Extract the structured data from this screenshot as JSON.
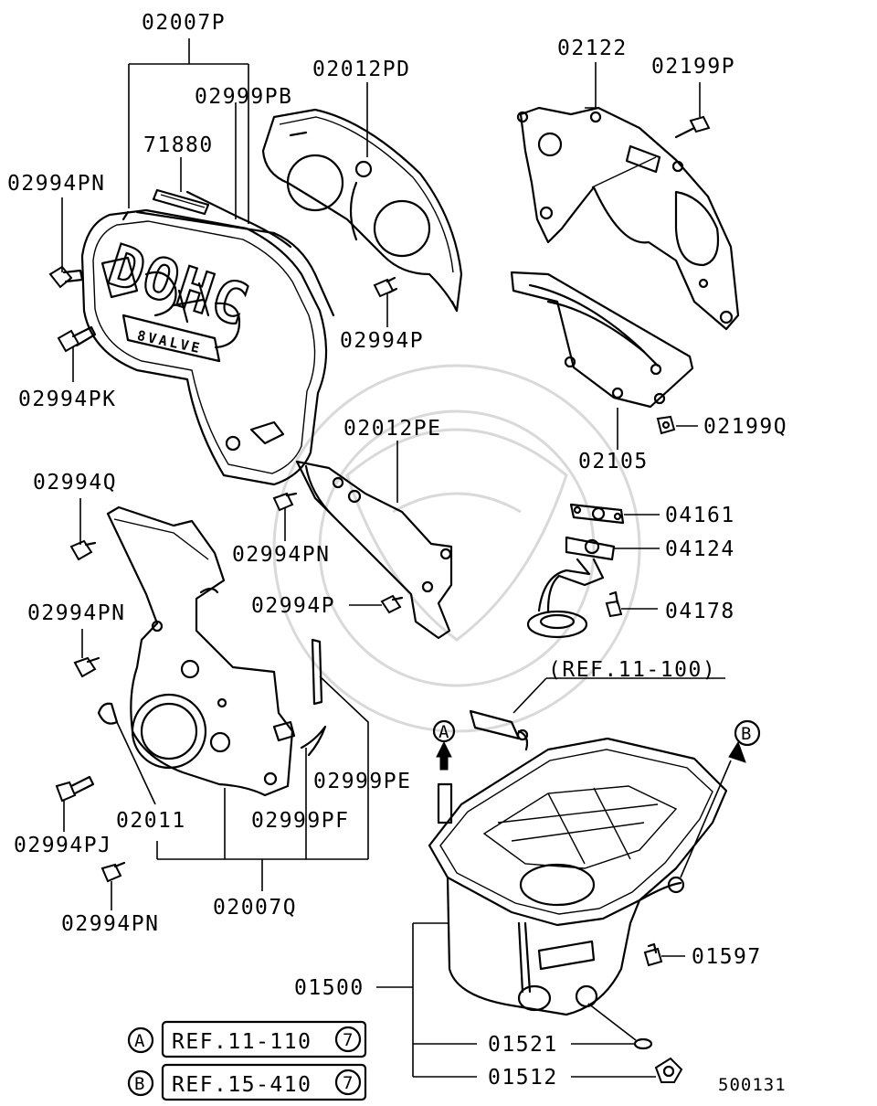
{
  "diagram": {
    "drawing_number": "500131",
    "parts": {
      "p02007P": "02007P",
      "p02999PB": "02999PB",
      "p71880": "71880",
      "p02012PD": "02012PD",
      "p02122": "02122",
      "p02199P": "02199P",
      "p02994PN_a": "02994PN",
      "p02994PK": "02994PK",
      "p02994P_a": "02994P",
      "p02012PE": "02012PE",
      "p02199Q": "02199Q",
      "p02105": "02105",
      "p02994Q": "02994Q",
      "p02994PN_b": "02994PN",
      "p04161": "04161",
      "p04124": "04124",
      "p02994PN_c": "02994PN",
      "p02994P_b": "02994P",
      "p04178": "04178",
      "ref_11_100": "(REF.11-100)",
      "p02999PE": "02999PE",
      "p02011": "02011",
      "p02999PF": "02999PF",
      "p02994PJ": "02994PJ",
      "p02007Q": "02007Q",
      "p02994PN_d": "02994PN",
      "p01597": "01597",
      "p01500": "01500",
      "p01521": "01521",
      "p01512": "01512"
    },
    "cover_text": {
      "main": "DOHC",
      "sub": "8VALVE"
    },
    "callouts": {
      "a_marker": "A",
      "b_marker": "B"
    },
    "references": [
      {
        "marker": "A",
        "text": "REF.11-110",
        "circle": "7"
      },
      {
        "marker": "B",
        "text": "REF.15-410",
        "circle": "7"
      }
    ]
  }
}
